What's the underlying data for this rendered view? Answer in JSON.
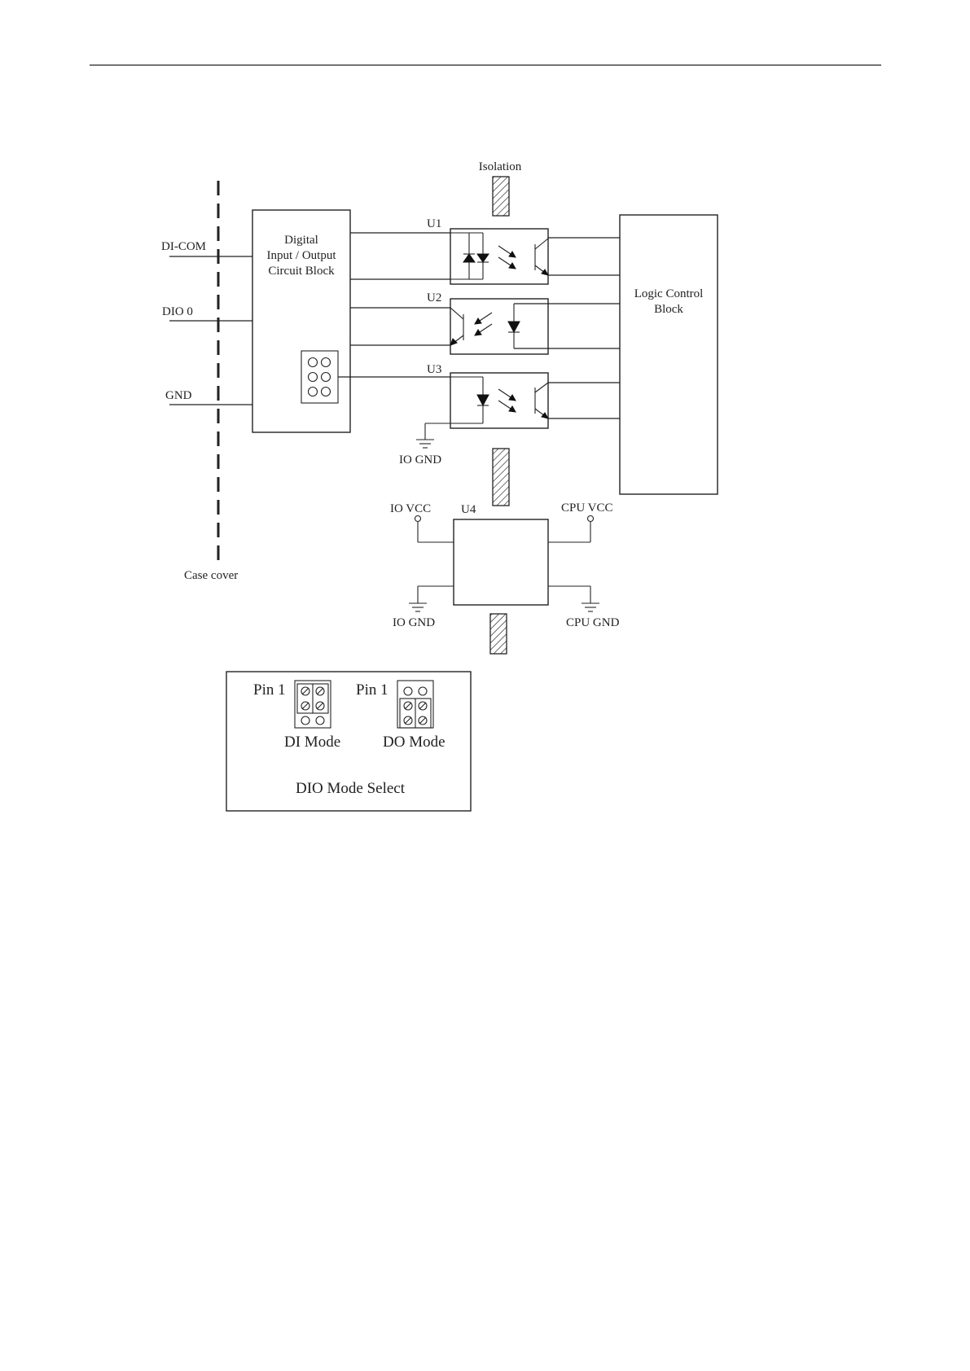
{
  "labels": {
    "isolation": "Isolation",
    "di_com": "DI-COM",
    "dio0": "DIO 0",
    "gnd": "GND",
    "case_cover": "Case cover",
    "dio_block_line1": "Digital",
    "dio_block_line2": "Input / Output",
    "dio_block_line3": "Circuit Block",
    "logic_line1": "Logic Control",
    "logic_line2": "Block",
    "u1": "U1",
    "u2": "U2",
    "u3": "U3",
    "u4": "U4",
    "io_gnd_top": "IO GND",
    "io_vcc": "IO VCC",
    "cpu_vcc": "CPU VCC",
    "io_gnd_bottom": "IO GND",
    "cpu_gnd": "CPU GND"
  },
  "mode_select": {
    "pin1_left": "Pin 1",
    "pin1_right": "Pin 1",
    "di_mode": "DI Mode",
    "do_mode": "DO Mode",
    "title": "DIO Mode Select"
  }
}
